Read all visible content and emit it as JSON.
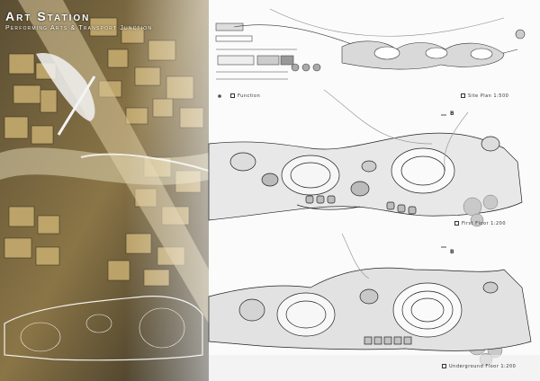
{
  "poster": {
    "title": "Art Station",
    "subtitle": "Performing Arts & Transport Junction"
  },
  "labels": {
    "function": "Function",
    "site_plan": "Site Plan 1:500",
    "first_floor": "First Floor 1:200",
    "underground_floor": "Underground Floor 1:200",
    "section_mark": "B"
  },
  "colors": {
    "model_dark": "#3a3326",
    "model_light": "#b39a63",
    "linework": "#333333",
    "plan_fill": "#e6e6e6"
  }
}
